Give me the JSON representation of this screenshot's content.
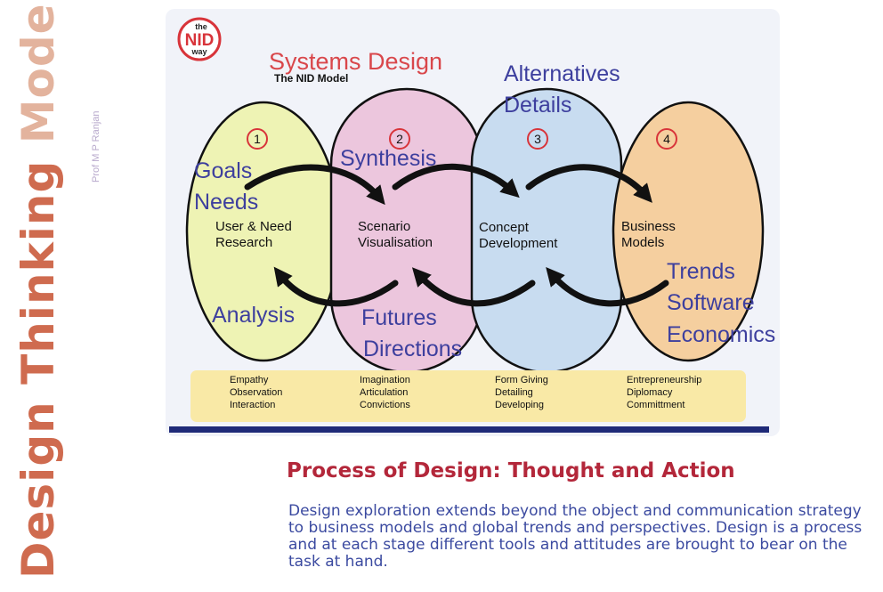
{
  "side_title": {
    "part1": "Design Thinking ",
    "part2": "Models"
  },
  "author": "Prof M P Ranjan",
  "logo": {
    "line1": "the",
    "line2": "NID",
    "line3": "way"
  },
  "header": {
    "title": "Systems Design",
    "subtitle": "The NID Model"
  },
  "stages": [
    {
      "number": "1",
      "line1": "User & Need",
      "line2": "Research",
      "fill": "#eef3b4"
    },
    {
      "number": "2",
      "line1": "Scenario",
      "line2": "Visualisation",
      "fill": "#ecc6dd"
    },
    {
      "number": "3",
      "line1": "Concept",
      "line2": "Development",
      "fill": "#c8dcf0"
    },
    {
      "number": "4",
      "line1": "Business",
      "line2": "Models",
      "fill": "#f5cf9f"
    }
  ],
  "keywords": {
    "goals": "Goals",
    "needs": "Needs",
    "analysis": "Analysis",
    "synthesis": "Synthesis",
    "futures": "Futures",
    "directions": "Directions",
    "alternatives": "Alternatives",
    "details": "Details",
    "trends": "Trends",
    "software": "Software",
    "economics": "Economics"
  },
  "bottom_band": [
    [
      "Empathy",
      "Observation",
      "Interaction"
    ],
    [
      "Imagination",
      "Articulation",
      "Convictions"
    ],
    [
      "Form Giving",
      "Detailing",
      "Developing"
    ],
    [
      "Entrepreneurship",
      "Diplomacy",
      "Committment"
    ]
  ],
  "caption": {
    "title": "Process of Design: Thought and Action",
    "body": "Design exploration extends beyond the object and communication strategy to business models and global trends and perspectives. Design is a process and at each stage different tools and attitudes are brought to bear on the task at hand."
  },
  "colors": {
    "side_dark": "#cf6b4f",
    "side_light": "#e3b39d",
    "header_red": "#d9474b",
    "keyword_blue": "#3d3f9e",
    "caption_red": "#b3273a",
    "caption_blue": "#3b4aa0",
    "band": "#f9e9a6",
    "bar_navy": "#1f2a78"
  }
}
